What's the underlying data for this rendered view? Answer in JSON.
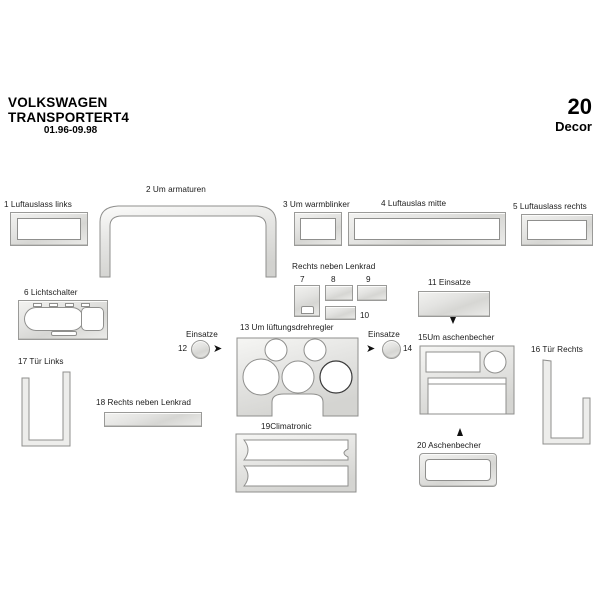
{
  "header": {
    "brand_line1": "VOLKSWAGEN",
    "brand_line2": "TRANSPORTERT4",
    "date_range": "01.96-09.98",
    "decor_count": "20",
    "decor_word": "Decor"
  },
  "group_labels": {
    "rechts_neben_lenkrad": "Rechts neben Lenkrad",
    "einsatze_left": "Einsatze",
    "einsatze_right": "Einsatze"
  },
  "parts": [
    {
      "id": 1,
      "label": "1 Luftauslass links"
    },
    {
      "id": 2,
      "label": "2 Um armaturen"
    },
    {
      "id": 3,
      "label": "3 Um warmblinker"
    },
    {
      "id": 4,
      "label": "4 Luftauslas mitte"
    },
    {
      "id": 5,
      "label": "5 Luftauslass rechts"
    },
    {
      "id": 6,
      "label": "6 Lichtschalter"
    },
    {
      "id": 7,
      "label": "7"
    },
    {
      "id": 8,
      "label": "8"
    },
    {
      "id": 9,
      "label": "9"
    },
    {
      "id": 10,
      "label": "10"
    },
    {
      "id": 11,
      "label": "11 Einsatze"
    },
    {
      "id": 12,
      "label": "12"
    },
    {
      "id": 13,
      "label": "13 Um lüftungsdrehregler"
    },
    {
      "id": 14,
      "label": "14"
    },
    {
      "id": 15,
      "label": "15Um aschenbecher"
    },
    {
      "id": 16,
      "label": "16 Tür Rechts"
    },
    {
      "id": 17,
      "label": "17 Tür Links"
    },
    {
      "id": 18,
      "label": "18 Rechts neben Lenkrad"
    },
    {
      "id": 19,
      "label": "19Climatronic"
    },
    {
      "id": 20,
      "label": "20 Aschenbecher"
    }
  ],
  "colors": {
    "trim_light": "#f2f2f0",
    "trim_mid": "#e3e3e1",
    "trim_dark": "#d6d6d3",
    "outline": "#9a9a98",
    "text": "#1a1a1a",
    "background": "#ffffff"
  }
}
